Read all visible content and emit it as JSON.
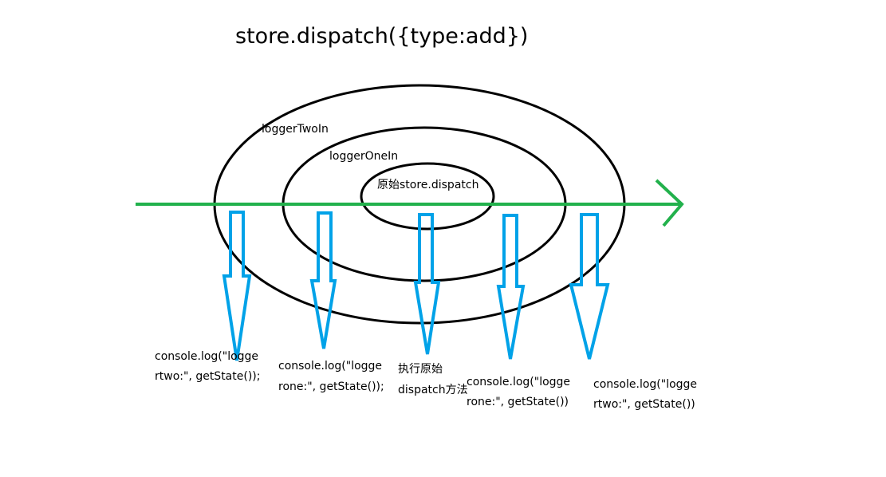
{
  "title": "store.dispatch({type:add})",
  "layers": [
    {
      "label": "loggerTwoIn"
    },
    {
      "label": "loggerOneIn"
    },
    {
      "label": "原始store.dispatch"
    }
  ],
  "steps": [
    {
      "line1": "console.log(\"logge",
      "line2": "rtwo:\", getState());"
    },
    {
      "line1": "console.log(\"logge",
      "line2": "rone:\", getState());"
    },
    {
      "line1": "执行原始",
      "line2": "dispatch方法"
    },
    {
      "line1": "console.log(\"logge",
      "line2": "rone:\", getState())"
    },
    {
      "line1": "console.log(\"logge",
      "line2": "rtwo:\", getState())"
    }
  ],
  "colors": {
    "ring": "#000000",
    "flow_arrow": "#22b14c",
    "step_arrow": "#00a2e8",
    "text": "#000000"
  }
}
